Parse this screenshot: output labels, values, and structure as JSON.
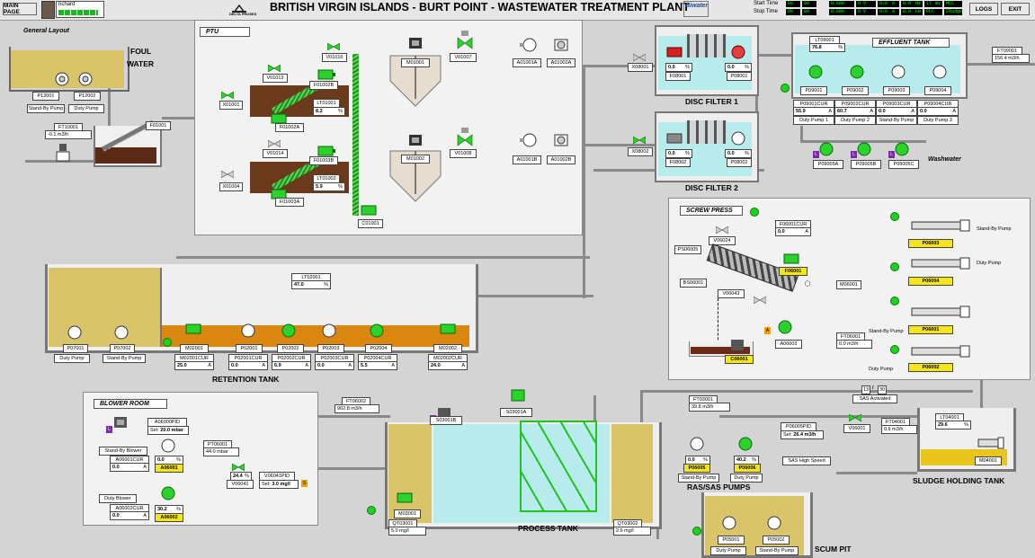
{
  "header": {
    "main_page": "MAIN PAGE",
    "user": "richard",
    "logo_text": "DELTA PROSES",
    "title": "BRITISH VIRGIN ISLANDS - BURT POINT - WASTEWATER TREATMENT PLANT",
    "brand": "Biwater",
    "start_time_label": "Start Time",
    "stop_time_label": "Stop Time",
    "start_vals": [
      "00",
      "00",
      "0.000",
      "0 V",
      "0.0",
      "A",
      "0.0",
      "Hz",
      "17",
      "ms",
      "MCC"
    ],
    "stop_vals": [
      "00",
      "00",
      "0.000",
      "0 V",
      "0.0",
      "A",
      "0.0",
      "kW",
      "PLC",
      "Sludge"
    ],
    "logs": "LOGS",
    "exit": "EXIT"
  },
  "general_layout": "General Layout",
  "foul_water": {
    "title1": "FOUL",
    "title2": "WATER",
    "p1": "P12001",
    "p2": "P12002",
    "l1": "Stand-By Pump",
    "l2": "Duty Pump"
  },
  "ft10001": {
    "tag": "FT10001",
    "value": "-0.1 m3/h"
  },
  "f01001": "F01001",
  "ptu": {
    "label": "PTU",
    "x01001": "X01001",
    "x01004": "X01004",
    "v01013": "V01013",
    "v01014": "V01014",
    "v01016": "V01016",
    "f01002b": "F01002B",
    "f01003b": "F01003B",
    "f01002a": "F01002A",
    "f01003a": "F01003A",
    "lt01001": {
      "tag": "LT01001",
      "value": "8.2",
      "unit": "%"
    },
    "lt01002": {
      "tag": "LT01002",
      "value": "5.9",
      "unit": "%"
    },
    "m01001": "M01001",
    "m01002": "M01002",
    "v01007": "V01007",
    "v01008": "V01008",
    "c01001": "C01001"
  },
  "a01001a": "A01001A",
  "a01002a": "A01002A",
  "a01001b": "A01001B",
  "a01002b": "A01002B",
  "disc1": {
    "title": "DISC FILTER 1",
    "x": "X08001",
    "f": "F08001",
    "p": "P08001",
    "v1": "0.0",
    "v2": "0.0",
    "u": "%"
  },
  "disc2": {
    "title": "DISC FILTER 2",
    "x": "X08002",
    "f": "F08002",
    "p": "P08002",
    "v1": "0.0",
    "v2": "0.0",
    "u": "%"
  },
  "effluent": {
    "title": "EFFLUENT TANK",
    "lt": {
      "tag": "LT09001",
      "value": "76.8",
      "unit": "%"
    },
    "pumps": [
      "P09001",
      "P09002",
      "P09003",
      "P09004"
    ],
    "curs": [
      {
        "tag": "P09001CUR",
        "value": "55.9",
        "unit": "A"
      },
      {
        "tag": "P09002CUR",
        "value": "60.7",
        "unit": "A"
      },
      {
        "tag": "P09003CUR",
        "value": "0.0",
        "unit": "A"
      },
      {
        "tag": "P09004CUR",
        "value": "0.0",
        "unit": "A"
      }
    ],
    "labels": [
      "Duty Pump 1",
      "Duty Pump 2",
      "Stand-By Pump",
      "Duty Pump 3"
    ],
    "wash": [
      "P09005A",
      "P09005B",
      "P09005C"
    ],
    "washwater": "Washwater"
  },
  "ft09001": {
    "tag": "FT09001",
    "value": "156.4 m3/h"
  },
  "screw": {
    "title": "SCREW PRESS",
    "v06024": "V06024",
    "ps06005": "PS06005",
    "bs06001": "BS06001",
    "f06001cur": {
      "tag": "F06001CUR",
      "value": "0.0",
      "unit": "A"
    },
    "f06001": "F06001",
    "m06001": "M06001",
    "v06043": "V06043",
    "a06003": "A06003",
    "c06001": "C06001",
    "ft06001": {
      "tag": "FT06001",
      "value": "0.0 m3/h"
    },
    "pumps": [
      {
        "tag": "P06003",
        "label": "Stand-By Pump"
      },
      {
        "tag": "P06004",
        "label": "Duty Pump"
      },
      {
        "tag": "P06001",
        "label": "Stand-By Pump"
      },
      {
        "tag": "P06002",
        "label": "Duty Pump"
      }
    ]
  },
  "retention": {
    "title": "RETENTION TANK",
    "lt": {
      "tag": "LT02001",
      "value": "47.0",
      "unit": "%"
    },
    "p07001": "P07001",
    "p07002": "P07002",
    "l1": "Duty Pump",
    "l2": "Stand-By Pump",
    "pumps": [
      "M02001",
      "P02001",
      "P02002",
      "P02003",
      "P02004",
      "M02002"
    ],
    "curs": [
      {
        "tag": "M02001CUR",
        "value": "25.0",
        "unit": "A"
      },
      {
        "tag": "P02001CUR",
        "value": "0.0",
        "unit": "A"
      },
      {
        "tag": "P02002CUR",
        "value": "6.9",
        "unit": "A"
      },
      {
        "tag": "P02003CUR",
        "value": "0.0",
        "unit": "A"
      },
      {
        "tag": "P02004CUR",
        "value": "5.5",
        "unit": "A"
      },
      {
        "tag": "M02002CUR",
        "value": "24.0",
        "unit": "A"
      }
    ]
  },
  "blower": {
    "title": "BLOWER ROOM",
    "pid": "A06000PID",
    "set": "Set:",
    "setval": "20.0 mbar",
    "sb": "Stand-By Blower",
    "duty": "Duty Blower",
    "cur1": {
      "tag": "A06001CUR",
      "value": "0.0",
      "unit": "A"
    },
    "cur2": {
      "tag": "A06002CUR",
      "value": "0.0",
      "unit": "A"
    },
    "pct1": "0.0",
    "pct2": "30.2",
    "pu": "%",
    "a1": "A06001",
    "a2": "A06002",
    "pt": {
      "tag": "PT06001",
      "value": "44.0 mbar"
    },
    "v06041": "V06041",
    "v06041pct": "24.4",
    "v06041pid": "V06041PID",
    "v06041set": "3.0 mg/l"
  },
  "process": {
    "title": "PROCESS TANK",
    "ft06002": {
      "tag": "FT06002",
      "value": "902.8 m3/h"
    },
    "s03001b": "S03001B",
    "s03001a": "S03001A",
    "m03001": "M03001",
    "qt03001": {
      "tag": "QT03001",
      "value": "5.0 mg/l"
    },
    "qt03002": {
      "tag": "QT03002",
      "value": "2.6 mg/l"
    }
  },
  "ras": {
    "title": "RAS/SAS PUMPS",
    "ft03001": {
      "tag": "FT03001",
      "value": "39.8 m3/h"
    },
    "pid": "P06005PID",
    "set": "Set:",
    "setval": "26.4 m3/h",
    "high": "SAS High Speed",
    "p1": "P06005",
    "p2": "P06006",
    "pct1": "0.0",
    "pct2": "40.2",
    "pu": "%",
    "l1": "Stand-By Pump",
    "l2": "Duty Pump",
    "count": "13",
    "of": "/",
    "count2": "30",
    "activated": "SAS Activated"
  },
  "sludge": {
    "title": "SLUDGE HOLDING TANK",
    "v06001": "V06001",
    "ft04001": {
      "tag": "FT04001",
      "value": "0.6 m3/h"
    },
    "lt04001": {
      "tag": "LT04001",
      "value": "29.6",
      "unit": "%"
    },
    "m04001": "M04001"
  },
  "scum": {
    "title": "SCUM PIT",
    "p1": "P05001",
    "p2": "P05002",
    "l1": "Duty Pump",
    "l2": "Stand-By Pump"
  }
}
